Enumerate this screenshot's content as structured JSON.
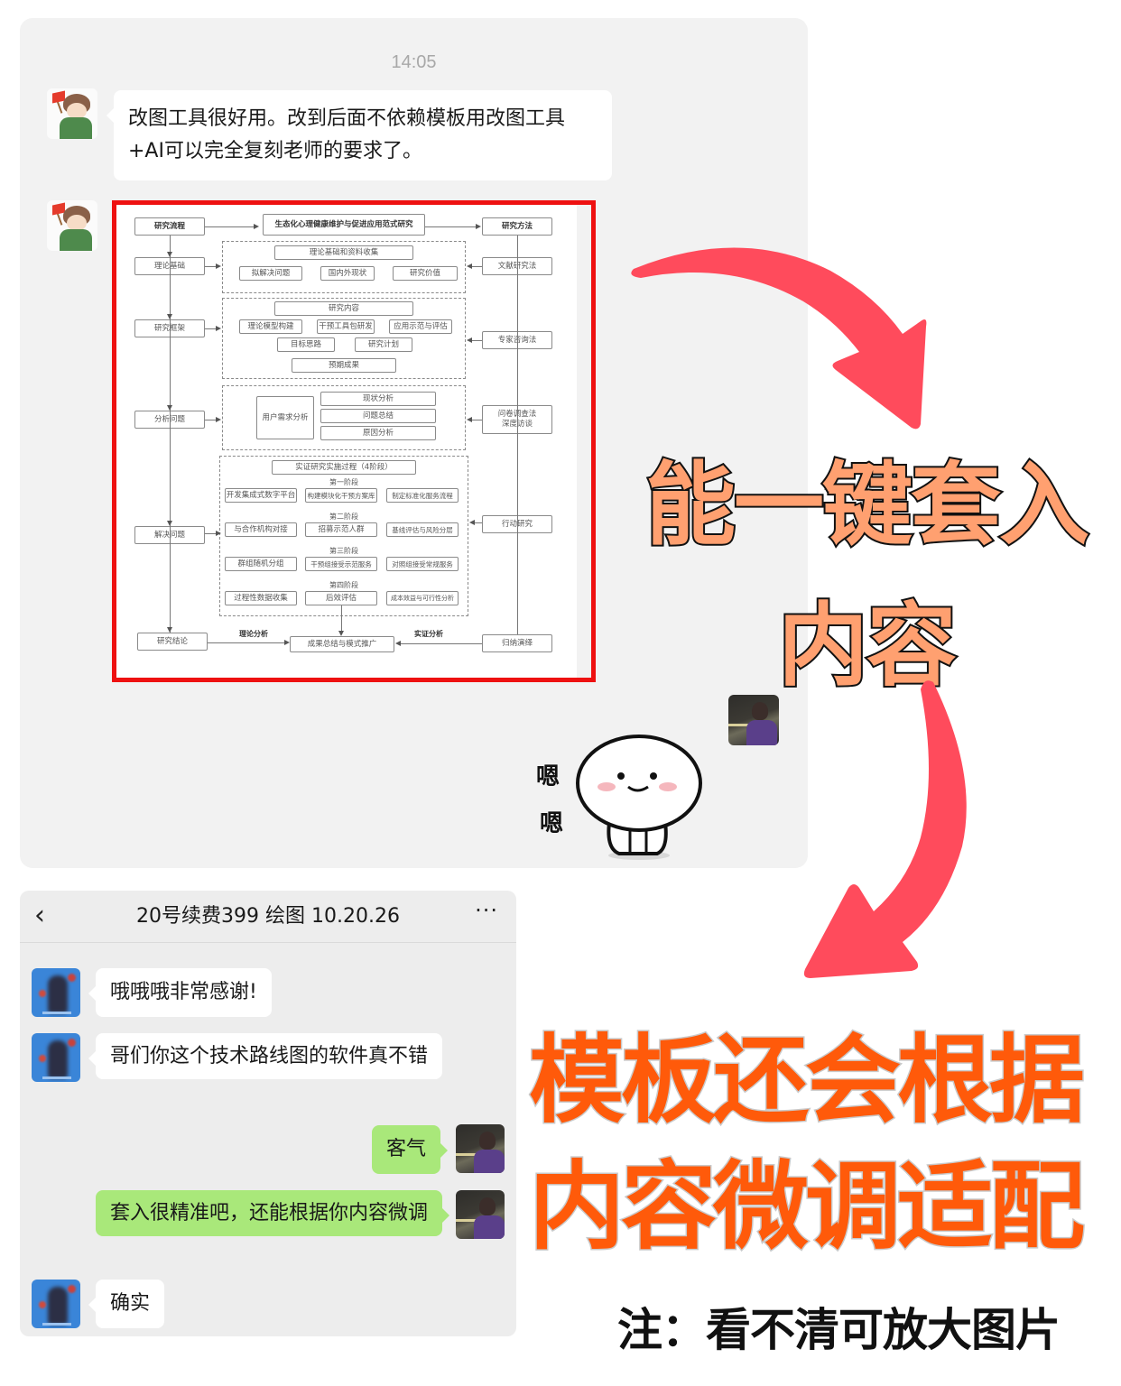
{
  "top_chat": {
    "timestamp": "14:05",
    "messages": [
      {
        "sender": "contact",
        "type": "text",
        "text": "改图工具很好用。改到后面不依赖模板用改图工具+AI可以完全复刻老师的要求了。"
      },
      {
        "sender": "contact",
        "type": "image",
        "description": "research flowchart screenshot"
      },
      {
        "sender": "self",
        "type": "sticker",
        "text": "嗯 嗯"
      }
    ]
  },
  "flowchart": {
    "left_column": [
      "研究流程",
      "理论基础",
      "研究框架",
      "分析问题",
      "解决问题",
      "研究结论"
    ],
    "right_column": [
      "研究方法",
      "文献研究法",
      "专家咨询法",
      "问卷调查法",
      "深度访谈",
      "行动研究",
      "归纳演绎"
    ],
    "title": "生态化心理健康维护与促进应用范式研究",
    "group1": {
      "header": "理论基础和资料收集",
      "items": [
        "拟解决问题",
        "国内外现状",
        "研究价值"
      ]
    },
    "group2": {
      "header": "研究内容",
      "row1": [
        "理论模型构建",
        "干预工具包研发",
        "应用示范与评估"
      ],
      "row2": [
        "目标思路",
        "研究计划"
      ],
      "row3": [
        "预期成果"
      ]
    },
    "group3": {
      "left": "用户需求分析",
      "items": [
        "现状分析",
        "问题总结",
        "原因分析"
      ]
    },
    "group4": {
      "header": "实证研究实施过程（4阶段）",
      "stages": [
        {
          "label": "第一阶段",
          "items": [
            "开发集成式数字平台",
            "构建模块化干预方案库",
            "制定标准化服务流程"
          ]
        },
        {
          "label": "第二阶段",
          "items": [
            "与合作机构对接",
            "招募示范人群",
            "基线评估与风险分层"
          ]
        },
        {
          "label": "第三阶段",
          "items": [
            "群组随机分组",
            "干预组接受示范服务",
            "对照组接受常规服务"
          ]
        },
        {
          "label": "第四阶段",
          "items": [
            "过程性数据收集",
            "后效评估",
            "成本效益与可行性分析"
          ]
        }
      ]
    },
    "bottom": {
      "center": "成果总结与模式推广",
      "left_label": "理论分析",
      "right_label": "实证分析"
    }
  },
  "bottom_chat": {
    "title": "20号续费399 绘图 10.20.26",
    "back_icon": "‹",
    "more_icon": "···",
    "messages": [
      {
        "sender": "contact",
        "text": "哦哦哦非常感谢!"
      },
      {
        "sender": "contact",
        "text": "哥们你这个技术路线图的软件真不错"
      },
      {
        "sender": "self",
        "text": "客气"
      },
      {
        "sender": "self",
        "text": "套入很精准吧，还能根据你内容微调"
      },
      {
        "sender": "contact",
        "text": "确实"
      }
    ]
  },
  "overlay": {
    "headline1_line1": "能一键套入",
    "headline1_line2": "内容",
    "headline2_line1": "模板还会根据",
    "headline2_line2": "内容微调适配",
    "note": "注：看不清可放大图片",
    "colors": {
      "arrow": "#ff4b5c",
      "headline1": "#ffa070",
      "headline2": "#ff5a0a",
      "frame": "#ee1111",
      "bubble_self": "#a9e87a"
    }
  }
}
